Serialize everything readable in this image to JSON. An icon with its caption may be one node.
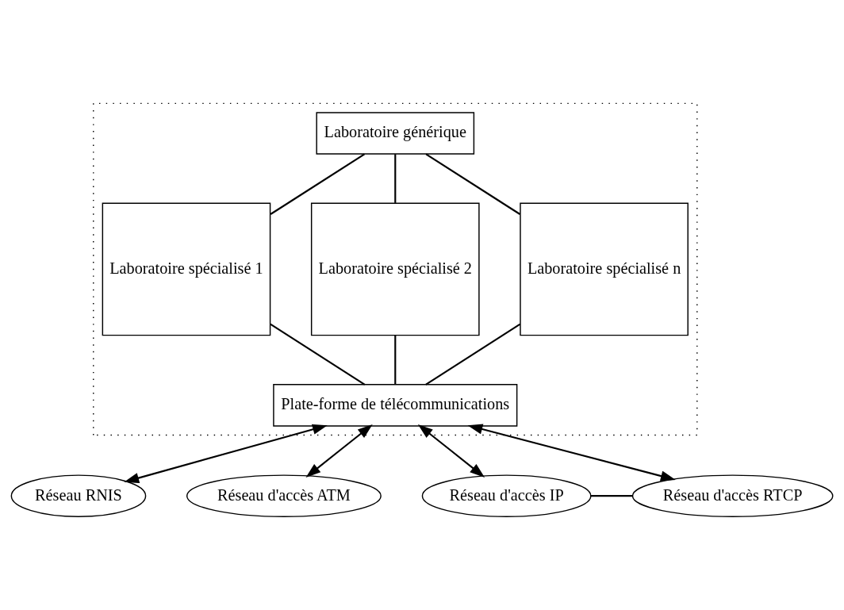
{
  "diagram": {
    "nodes": [
      {
        "text": [],
        "shape": "box"
      },
      {
        "text": [
          "Laboratoire générique"
        ],
        "in": 0
      },
      {
        "text": [
          "Laboratoire spécialisé 1"
        ],
        "in": 0
      },
      {
        "text": [
          "Laboratoire spécialisé 2"
        ],
        "in": 0
      },
      {
        "text": [
          "Laboratoire spécialisé n"
        ],
        "in": 0
      },
      {
        "text": [
          "Plate-forme de télécommunications"
        ],
        "in": 0
      },
      {
        "text": [
          "Réseau RNIS"
        ]
      },
      {
        "text": [
          "Réseau d'accès ATM"
        ]
      },
      {
        "text": [
          "Réseau d'accès IP"
        ]
      },
      {
        "text": [
          "Réseau d'accès RTCP"
        ]
      }
    ],
    "edges": [
      {
        "from": 1,
        "to": 2,
        "arrow": "none"
      },
      {
        "from": 1,
        "to": 3,
        "arrow": "none"
      },
      {
        "from": 1,
        "to": 4,
        "arrow": "none"
      },
      {
        "from": 2,
        "to": 5,
        "arrow": "none"
      },
      {
        "from": 3,
        "to": 5,
        "arrow": "none"
      },
      {
        "from": 4,
        "to": 5,
        "arrow": "none"
      },
      {
        "from": 5,
        "to": 6,
        "arrow": "both"
      },
      {
        "from": 5,
        "to": 7,
        "arrow": "both"
      },
      {
        "from": 5,
        "to": 8,
        "arrow": "both"
      },
      {
        "from": 5,
        "to": 9,
        "arrow": "both"
      },
      {
        "from": 8,
        "to": 9,
        "arrow": "none"
      }
    ]
  }
}
